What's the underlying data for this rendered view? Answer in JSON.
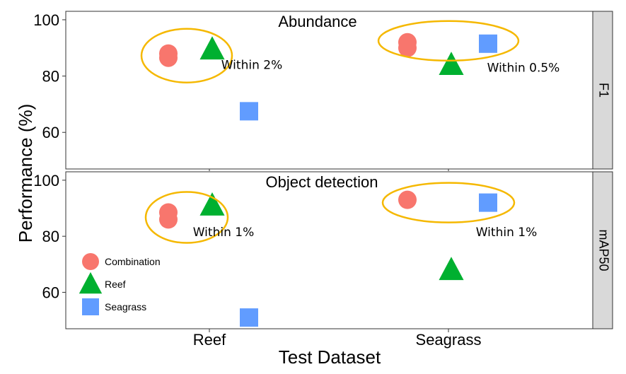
{
  "chart_data": {
    "type": "scatter",
    "ylabel": "Performance (%)",
    "xlabel": "Test Dataset",
    "categories": [
      "Reef",
      "Seagrass"
    ],
    "ylim": [
      47,
      103
    ],
    "yticks": [
      60,
      80,
      100
    ],
    "grid": false,
    "legend": {
      "placement": "bottom-left of lower panel",
      "entries": [
        {
          "label": "Combination",
          "shape": "circle",
          "color": "#F8766D"
        },
        {
          "label": "Reef",
          "shape": "triangle",
          "color": "#00B030"
        },
        {
          "label": "Seagrass",
          "shape": "square",
          "color": "#619CFF"
        }
      ]
    },
    "highlight_color": "#F5B800",
    "panels": [
      {
        "strip": "F1",
        "title": "Abundance",
        "series": [
          {
            "name": "Combination",
            "points": [
              {
                "x": "Reef",
                "y": 86.5
              },
              {
                "x": "Reef",
                "y": 88
              },
              {
                "x": "Seagrass",
                "y": 90
              },
              {
                "x": "Seagrass",
                "y": 92
              }
            ]
          },
          {
            "name": "Reef",
            "points": [
              {
                "x": "Reef",
                "y": 89.5
              },
              {
                "x": "Seagrass",
                "y": 84
              }
            ]
          },
          {
            "name": "Seagrass",
            "points": [
              {
                "x": "Reef",
                "y": 67.5
              },
              {
                "x": "Seagrass",
                "y": 91.5
              }
            ]
          }
        ],
        "annotations": [
          {
            "text": "Within 2%",
            "category": "Reef"
          },
          {
            "text": "Within 0.5%",
            "category": "Seagrass"
          }
        ]
      },
      {
        "strip": "mAP50",
        "title": "Object detection",
        "series": [
          {
            "name": "Combination",
            "points": [
              {
                "x": "Reef",
                "y": 86
              },
              {
                "x": "Reef",
                "y": 88.5
              },
              {
                "x": "Seagrass",
                "y": 93
              }
            ]
          },
          {
            "name": "Reef",
            "points": [
              {
                "x": "Reef",
                "y": 91
              },
              {
                "x": "Seagrass",
                "y": 68
              }
            ]
          },
          {
            "name": "Seagrass",
            "points": [
              {
                "x": "Reef",
                "y": 51
              },
              {
                "x": "Seagrass",
                "y": 92
              }
            ]
          }
        ],
        "annotations": [
          {
            "text": "Within 1%",
            "category": "Reef"
          },
          {
            "text": "Within 1%",
            "category": "Seagrass"
          }
        ]
      }
    ]
  }
}
